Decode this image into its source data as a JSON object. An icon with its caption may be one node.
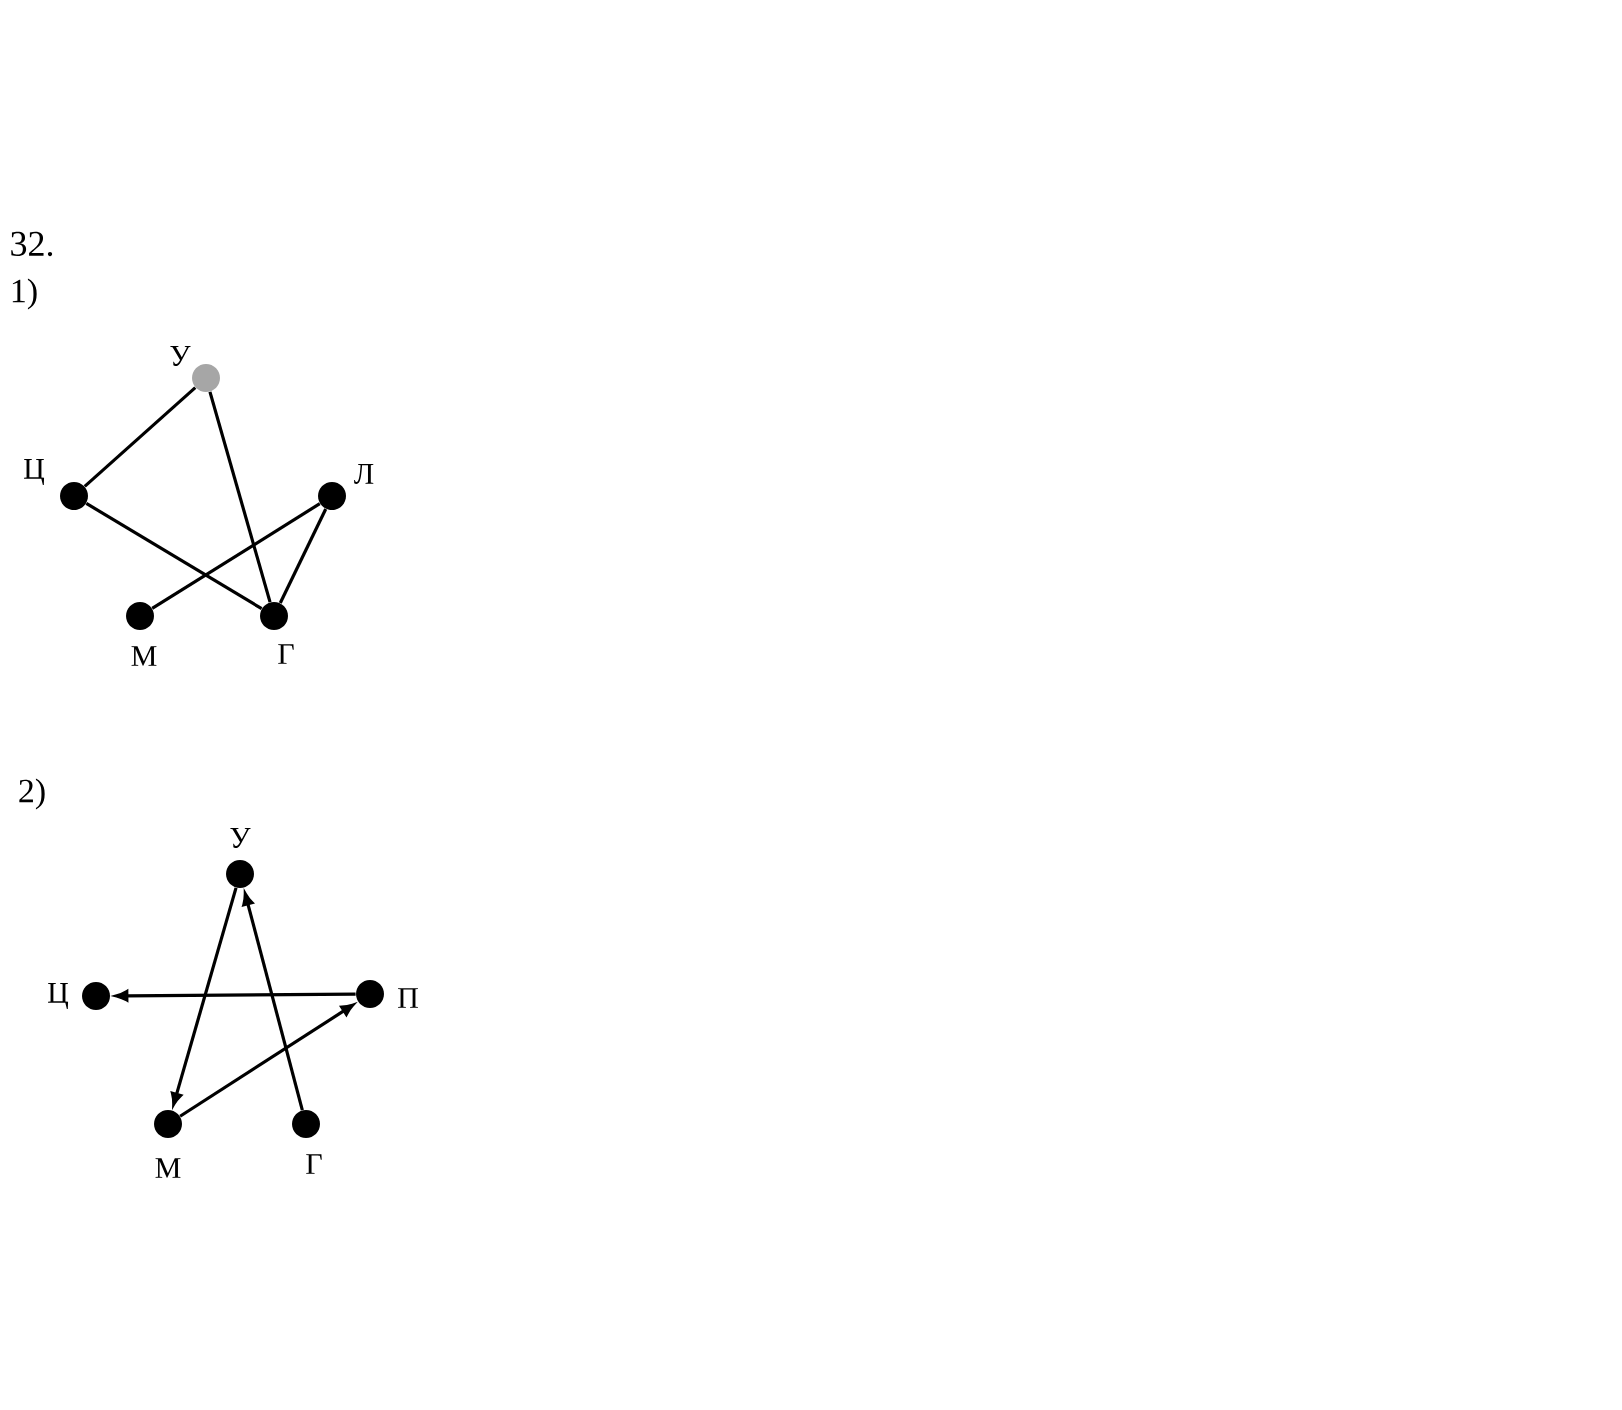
{
  "diagram": {
    "nodes": [
      {
        "text": [],
        "shape": "circle",
        "beside": [
          "У"
        ]
      },
      {
        "text": [],
        "shape": "circle",
        "beside": [
          "Ц"
        ]
      },
      {
        "text": [],
        "shape": "circle",
        "beside": [
          "Л"
        ]
      },
      {
        "text": [],
        "shape": "circle",
        "beside": [
          "М"
        ]
      },
      {
        "text": [],
        "shape": "circle",
        "beside": [
          "Г"
        ]
      },
      {
        "text": [],
        "shape": "circle",
        "beside": [
          "У"
        ]
      },
      {
        "text": [],
        "shape": "circle",
        "beside": [
          "Ц"
        ]
      },
      {
        "text": [],
        "shape": "circle",
        "beside": [
          "П"
        ]
      },
      {
        "text": [],
        "shape": "circle",
        "beside": [
          "М"
        ]
      },
      {
        "text": [],
        "shape": "circle",
        "beside": [
          "Г"
        ]
      }
    ],
    "edges": [
      {
        "from": 0,
        "to": 1,
        "arrow": "none"
      },
      {
        "from": 0,
        "to": 4,
        "arrow": "none"
      },
      {
        "from": 1,
        "to": 4,
        "arrow": "none"
      },
      {
        "from": 2,
        "to": 3,
        "arrow": "none"
      },
      {
        "from": 2,
        "to": 4,
        "arrow": "none"
      },
      {
        "from": 9,
        "to": 5,
        "arrow": "to"
      },
      {
        "from": 5,
        "to": 8,
        "arrow": "to"
      },
      {
        "from": 7,
        "to": 6,
        "arrow": "to"
      },
      {
        "from": 8,
        "to": 7,
        "arrow": "to"
      }
    ],
    "labels": [
      "32.",
      "1)",
      "2)"
    ]
  }
}
